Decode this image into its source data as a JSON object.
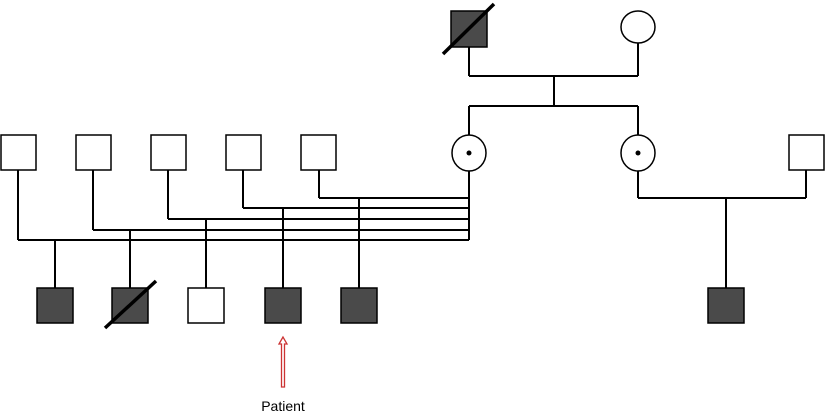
{
  "labels": {
    "patient": "Patient"
  },
  "colors": {
    "affected": "#4a4a4a",
    "unaffected": "#ffffff",
    "outline": "#000000",
    "patient_arrow": "#cc3333"
  },
  "individuals": [
    {
      "id": "I-1",
      "sex": "male",
      "affected": true,
      "deceased": true
    },
    {
      "id": "I-2",
      "sex": "female",
      "affected": false,
      "deceased": false
    },
    {
      "id": "II-1",
      "sex": "male",
      "affected": false,
      "deceased": false
    },
    {
      "id": "II-2",
      "sex": "male",
      "affected": false,
      "deceased": false
    },
    {
      "id": "II-3",
      "sex": "male",
      "affected": false,
      "deceased": false
    },
    {
      "id": "II-4",
      "sex": "male",
      "affected": false,
      "deceased": false
    },
    {
      "id": "II-5",
      "sex": "male",
      "affected": false,
      "deceased": false
    },
    {
      "id": "II-6",
      "sex": "female",
      "affected": false,
      "carrier": true,
      "deceased": false
    },
    {
      "id": "II-7",
      "sex": "female",
      "affected": false,
      "carrier": true,
      "deceased": false
    },
    {
      "id": "II-8",
      "sex": "male",
      "affected": false,
      "deceased": false
    },
    {
      "id": "III-1",
      "sex": "male",
      "affected": true,
      "deceased": false
    },
    {
      "id": "III-2",
      "sex": "male",
      "affected": true,
      "deceased": true
    },
    {
      "id": "III-3",
      "sex": "male",
      "affected": false,
      "deceased": false
    },
    {
      "id": "III-4",
      "sex": "male",
      "affected": true,
      "deceased": false,
      "proband": true
    },
    {
      "id": "III-5",
      "sex": "male",
      "affected": true,
      "deceased": false
    },
    {
      "id": "III-6",
      "sex": "male",
      "affected": true,
      "deceased": false
    }
  ]
}
